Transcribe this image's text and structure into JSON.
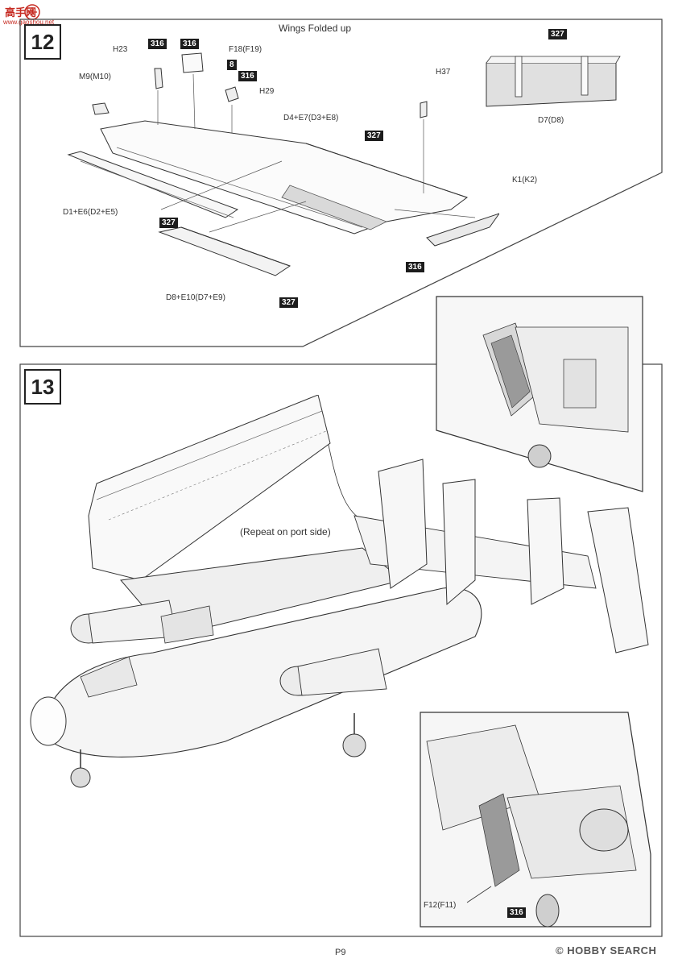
{
  "watermark": {
    "logo_text": "高手网",
    "url": "www.gaoshou.net",
    "brand": "HOBBY SEARCH",
    "copyright": "©"
  },
  "page_number": "P9",
  "step12": {
    "number": "12",
    "title": "Wings Folded up",
    "parts": {
      "h23": "H23",
      "m9": "M9(M10)",
      "f18": "F18(F19)",
      "h29": "H29",
      "h37": "H37",
      "d4": "D4+E7(D3+E8)",
      "d1": "D1+E6(D2+E5)",
      "k1": "K1(K2)",
      "d8": "D8+E10(D7+E9)",
      "d7": "D7(D8)"
    },
    "badges": {
      "b316a": "316",
      "b316b": "316",
      "b8": "8",
      "b316c": "316",
      "b327a": "327",
      "b327b": "327",
      "b327c": "327",
      "b316d": "316",
      "b327d": "327"
    }
  },
  "step13": {
    "number": "13",
    "note": "(Repeat on port side)",
    "parts": {
      "f12": "F12(F11)"
    },
    "badges": {
      "b316": "316"
    }
  }
}
